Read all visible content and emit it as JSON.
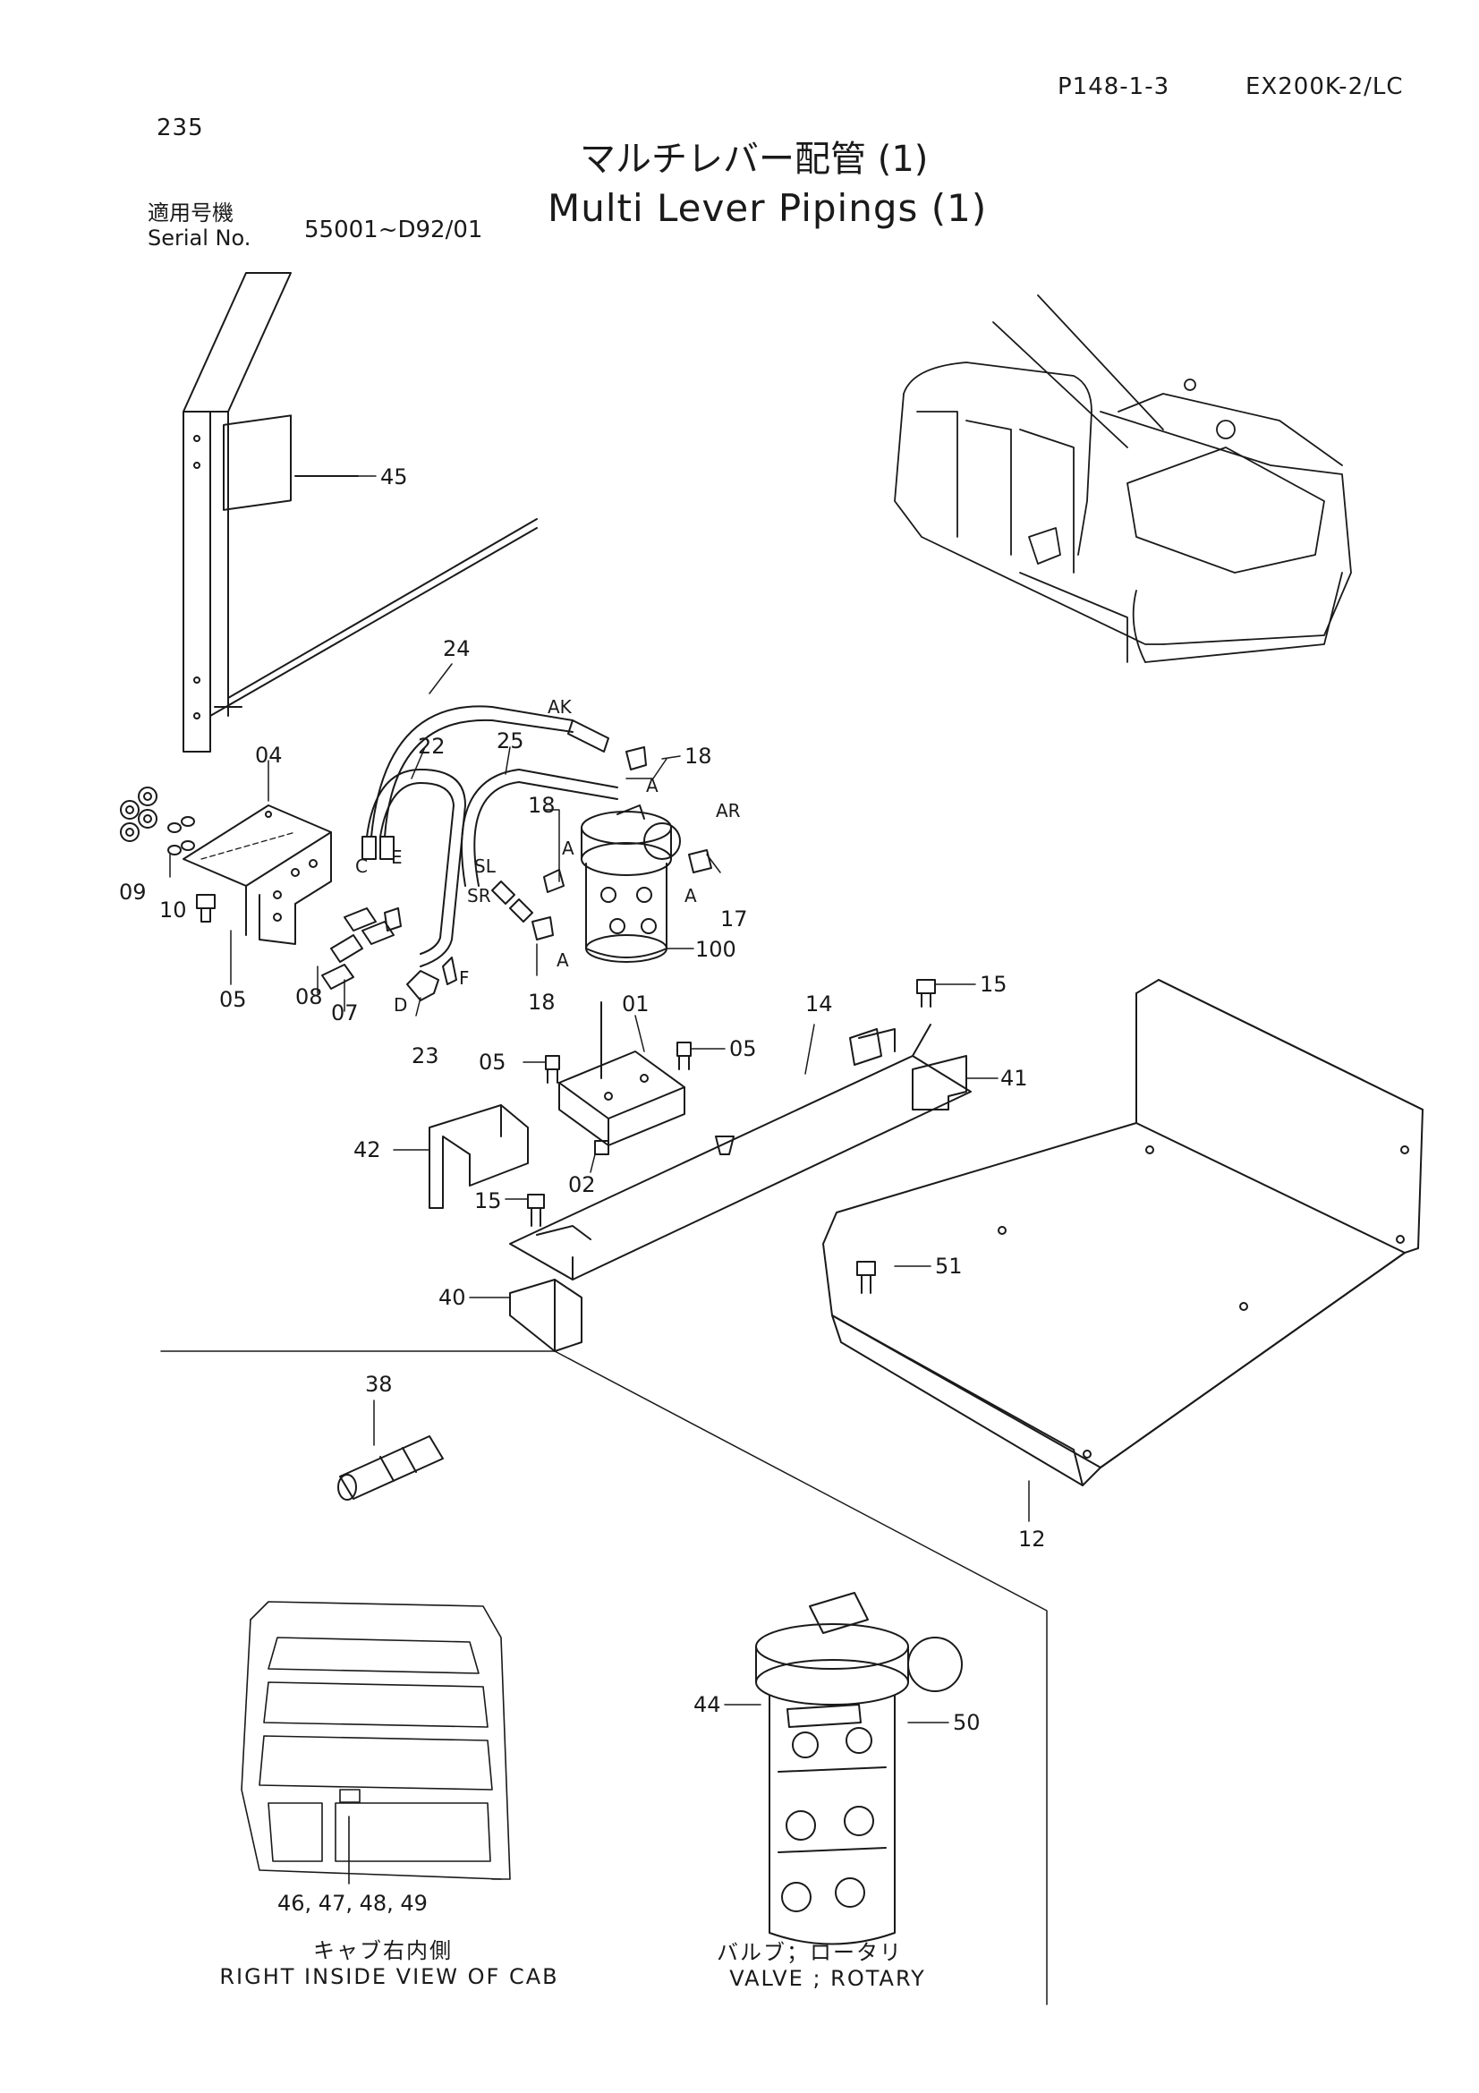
{
  "header": {
    "page_number": "235",
    "doc_code": "P148-1-3",
    "model": "EX200K-2/LC"
  },
  "title": {
    "japanese": "マルチレバー配管 (1)",
    "english": "Multi Lever Pipings (1)"
  },
  "serial": {
    "label_jp": "適用号機",
    "label_en": "Serial No.",
    "range": "55001~D92/01"
  },
  "callouts": {
    "p45": "45",
    "p24": "24",
    "p22": "22",
    "p25": "25",
    "p04": "04",
    "p18a": "18",
    "p18b": "18",
    "p18c": "18",
    "p17": "17",
    "p100": "100",
    "p09": "09",
    "p10": "10",
    "p05a": "05",
    "p08": "08",
    "p07": "07",
    "p23": "23",
    "p01": "01",
    "p05b": "05",
    "p05c": "05",
    "p14": "14",
    "p15a": "15",
    "p41": "41",
    "p42": "42",
    "p02": "02",
    "p15b": "15",
    "p51": "51",
    "p40": "40",
    "p38": "38",
    "p12": "12",
    "p44": "44",
    "p50": "50",
    "cab_parts": "46, 47, 48, 49"
  },
  "port_labels": {
    "ak": "AK",
    "ar": "AR",
    "a1": "A",
    "a2": "A",
    "a3": "A",
    "a4": "A",
    "sl": "SL",
    "sr": "SR",
    "c": "C",
    "e": "E",
    "d": "D",
    "f": "F"
  },
  "captions": {
    "cab_jp": "キャブ右内側",
    "cab_en": "RIGHT INSIDE VIEW OF CAB",
    "valve_jp": "バルブ；ロータリ",
    "valve_en": "VALVE ; ROTARY"
  }
}
